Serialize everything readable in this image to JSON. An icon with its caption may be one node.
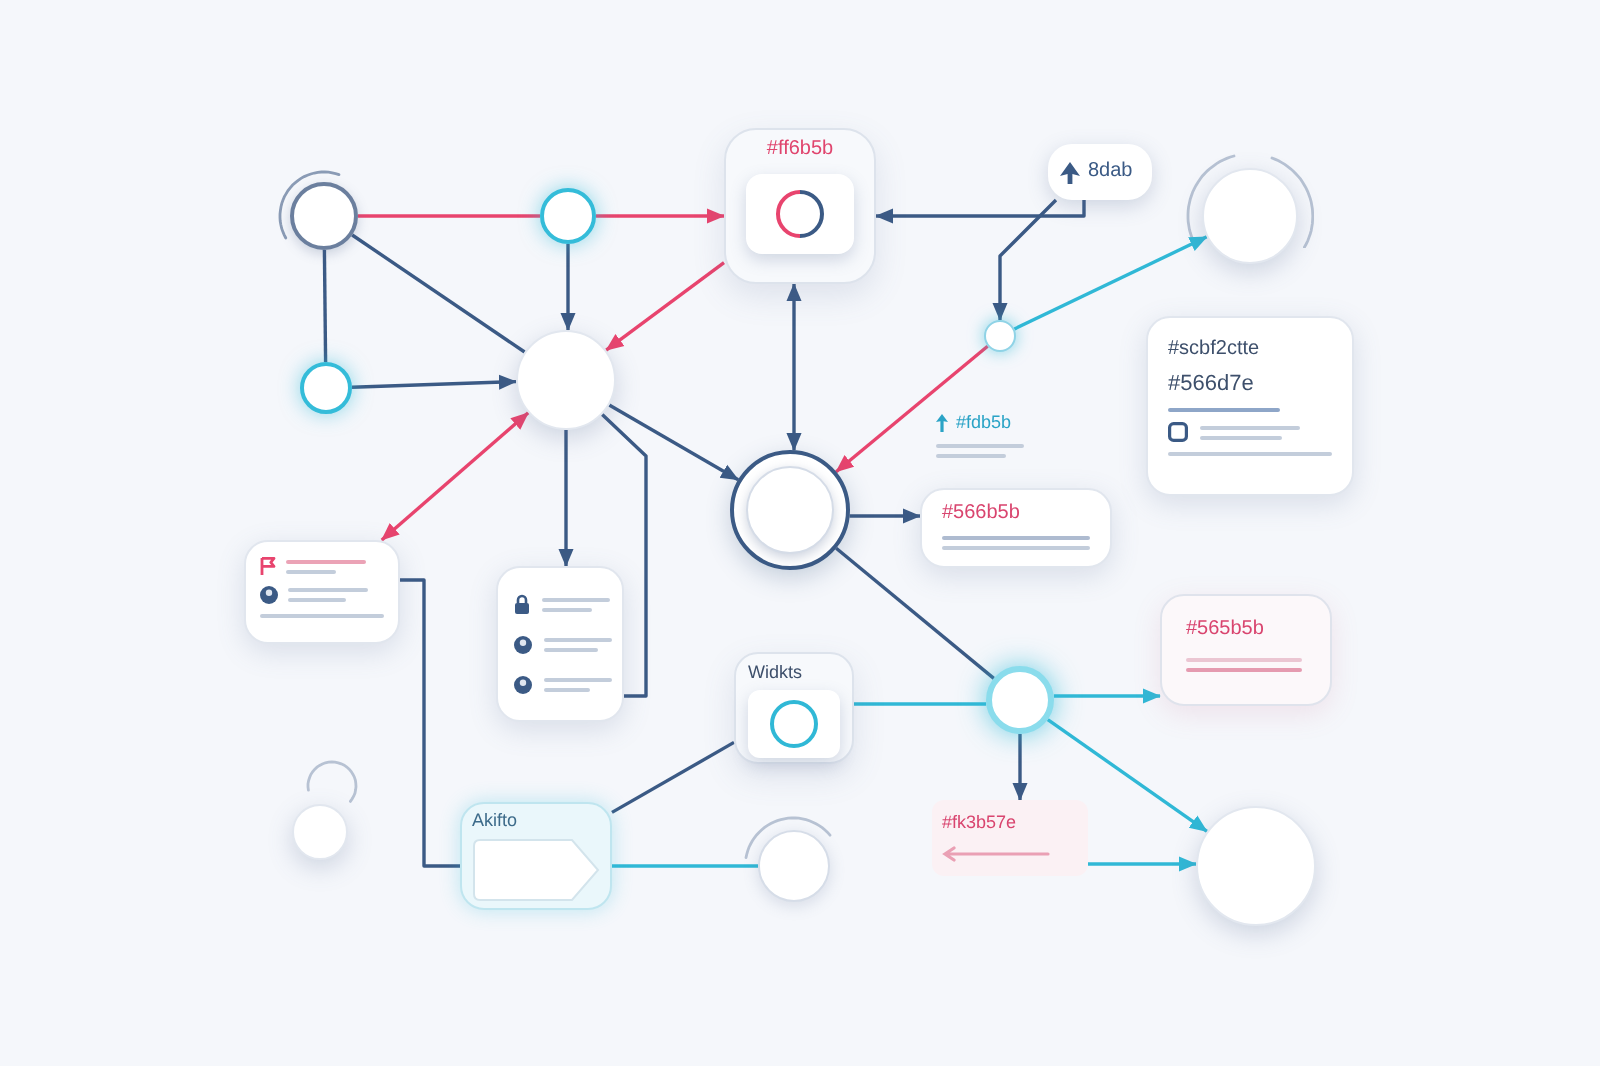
{
  "diagram": {
    "nodes": [
      {
        "text": [],
        "shape": "circle"
      },
      {
        "text": [],
        "shape": "circle"
      },
      {
        "text": [
          "#ff6b5b"
        ]
      },
      {
        "text": [
          "8dab"
        ]
      },
      {
        "text": [],
        "shape": "circle"
      },
      {
        "text": [],
        "shape": "circle"
      },
      {
        "text": [],
        "shape": "circle"
      },
      {
        "text": [],
        "shape": "circle"
      },
      {
        "text": [
          "#scbf2ctte",
          "#566d7e"
        ]
      },
      {
        "text": [],
        "shape": "circle"
      },
      {
        "text": [
          "#566b5b"
        ]
      },
      {
        "text": [],
        "shape": "box"
      },
      {
        "text": [],
        "shape": "box"
      },
      {
        "text": [
          "Widkts"
        ]
      },
      {
        "text": [],
        "shape": "circle"
      },
      {
        "text": [
          "#565b5b"
        ]
      },
      {
        "text": [
          "#fk3b57e"
        ]
      },
      {
        "text": [],
        "shape": "circle"
      },
      {
        "text": [
          "Akifto"
        ]
      },
      {
        "text": [],
        "shape": "circle"
      },
      {
        "text": [],
        "shape": "circle"
      }
    ],
    "edges": [
      {
        "from": 0,
        "to": 1,
        "arrow": "none",
        "color": "#e8446e"
      },
      {
        "from": 1,
        "to": 2,
        "arrow": "to",
        "color": "#e8446e"
      },
      {
        "from": 0,
        "to": 6,
        "arrow": "none"
      },
      {
        "from": 0,
        "to": 7,
        "arrow": "none"
      },
      {
        "from": 1,
        "to": 7,
        "arrow": "to"
      },
      {
        "from": 6,
        "to": 7,
        "arrow": "to"
      },
      {
        "from": 2,
        "to": 7,
        "arrow": "to",
        "color": "#e8446e"
      },
      {
        "from": 2,
        "to": 9,
        "arrow": "both"
      },
      {
        "from": 3,
        "to": 2,
        "arrow": "to"
      },
      {
        "from": 3,
        "to": 5,
        "arrow": "to"
      },
      {
        "from": 5,
        "to": 4,
        "arrow": "to",
        "color": "#30b8d6"
      },
      {
        "from": 5,
        "to": 9,
        "arrow": "to",
        "color": "#e8446e"
      },
      {
        "from": 7,
        "to": 9,
        "arrow": "to"
      },
      {
        "from": 7,
        "to": 11,
        "arrow": "both",
        "color": "#e8446e"
      },
      {
        "from": 7,
        "to": 12,
        "arrow": "to"
      },
      {
        "from": 7,
        "to": 12,
        "arrow": "none"
      },
      {
        "from": 9,
        "to": 10,
        "arrow": "to"
      },
      {
        "from": 9,
        "to": 14,
        "arrow": "none"
      },
      {
        "from": 11,
        "to": 18,
        "arrow": "none"
      },
      {
        "from": 18,
        "to": 13,
        "arrow": "none"
      },
      {
        "from": 18,
        "to": 19,
        "arrow": "none",
        "color": "#30b8d6"
      },
      {
        "from": 13,
        "to": 14,
        "arrow": "none",
        "color": "#30b8d6"
      },
      {
        "from": 14,
        "to": 15,
        "arrow": "to",
        "color": "#30b8d6"
      },
      {
        "from": 14,
        "to": 16,
        "arrow": "to"
      },
      {
        "from": 14,
        "to": 20,
        "arrow": "to",
        "color": "#30b8d6"
      },
      {
        "from": 16,
        "to": 20,
        "arrow": "to",
        "color": "#30b8d6"
      }
    ],
    "labels": [
      "#fdb5b"
    ]
  }
}
